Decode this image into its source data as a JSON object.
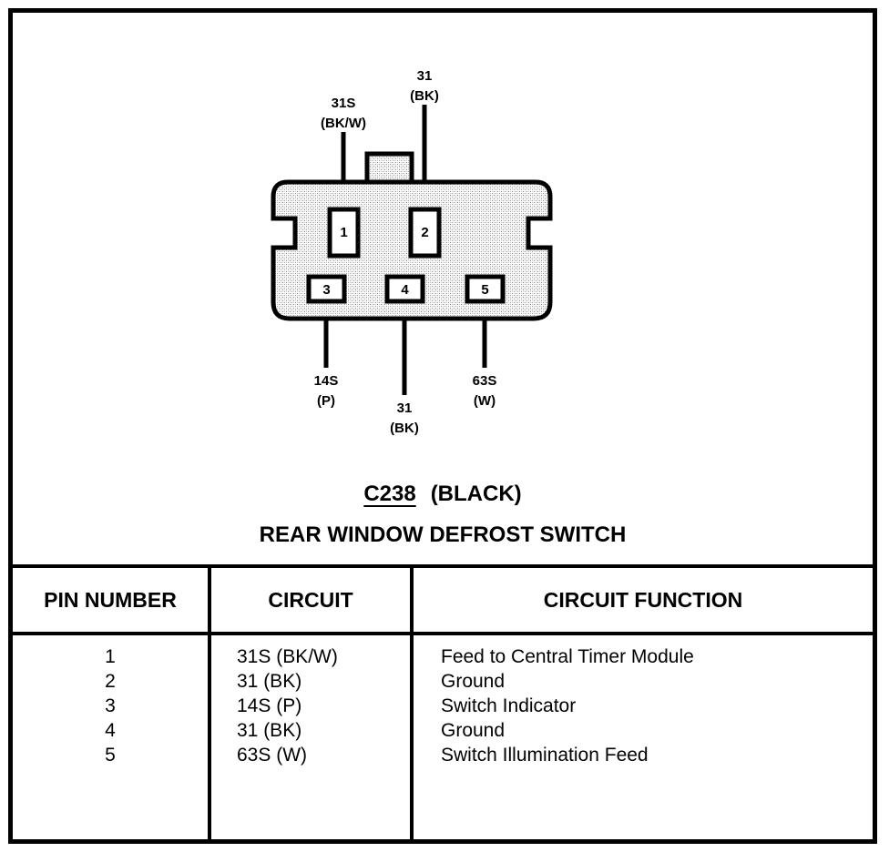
{
  "connector": {
    "code": "C238",
    "color": "(BLACK)",
    "name": "REAR WINDOW DEFROST SWITCH",
    "body_fill": "#d9d9d9",
    "line_color": "#000000",
    "pins": [
      {
        "number": "1",
        "side": "top",
        "circuit": "31S",
        "color_code": "(BK/W)"
      },
      {
        "number": "2",
        "side": "top",
        "circuit": "31",
        "color_code": "(BK)"
      },
      {
        "number": "3",
        "side": "bottom",
        "circuit": "14S",
        "color_code": "(P)"
      },
      {
        "number": "4",
        "side": "bottom",
        "circuit": "31",
        "color_code": "(BK)"
      },
      {
        "number": "5",
        "side": "bottom",
        "circuit": "63S",
        "color_code": "(W)"
      }
    ]
  },
  "table": {
    "headers": [
      "PIN NUMBER",
      "CIRCUIT",
      "CIRCUIT FUNCTION"
    ],
    "pin_numbers": "1\n2\n3\n4\n5",
    "circuits": "31S (BK/W)\n31 (BK)\n14S (P)\n31 (BK)\n63S (W)",
    "functions": "Feed to Central Timer Module\nGround\nSwitch Indicator\nGround\nSwitch Illumination Feed",
    "rows": [
      {
        "pin": "1",
        "circuit": "31S (BK/W)",
        "function": "Feed to Central Timer Module"
      },
      {
        "pin": "2",
        "circuit": "31 (BK)",
        "function": "Ground"
      },
      {
        "pin": "3",
        "circuit": "14S (P)",
        "function": "Switch Indicator"
      },
      {
        "pin": "4",
        "circuit": "31 (BK)",
        "function": "Ground"
      },
      {
        "pin": "5",
        "circuit": "63S (W)",
        "function": "Switch Illumination Feed"
      }
    ]
  },
  "labels": {
    "pin1_circuit": "31S",
    "pin1_color": "(BK/W)",
    "pin2_circuit": "31",
    "pin2_color": "(BK)",
    "pin3_circuit": "14S",
    "pin3_color": "(P)",
    "pin4_circuit": "31",
    "pin4_color": "(BK)",
    "pin5_circuit": "63S",
    "pin5_color": "(W)",
    "pin1_num": "1",
    "pin2_num": "2",
    "pin3_num": "3",
    "pin4_num": "4",
    "pin5_num": "5"
  }
}
